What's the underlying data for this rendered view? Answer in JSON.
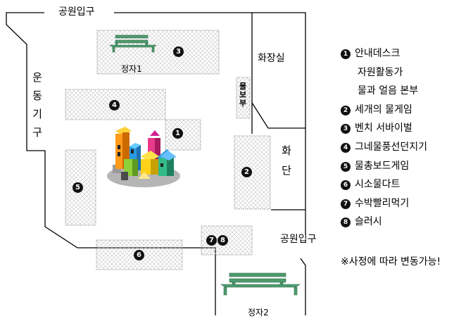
{
  "labels": {
    "gate_top": "공원입구",
    "gate_right": "공원입구",
    "exercise": "운동기구",
    "toilet": "화장실",
    "flower_bed": "화단",
    "water_station": "물보부",
    "bench1": "정자1",
    "bench2": "정자2"
  },
  "zones": [
    {
      "id": "3",
      "name": "zone-3"
    },
    {
      "id": "4",
      "name": "zone-4"
    },
    {
      "id": "1",
      "name": "zone-1"
    },
    {
      "id": "2",
      "name": "zone-2"
    },
    {
      "id": "5",
      "name": "zone-5"
    },
    {
      "id": "6",
      "name": "zone-6"
    },
    {
      "id": "7",
      "name": "zone-7"
    },
    {
      "id": "8",
      "name": "zone-8"
    }
  ],
  "legend": [
    {
      "num": "1",
      "text": "안내데스크"
    },
    {
      "num": "",
      "text": "자원활동가"
    },
    {
      "num": "",
      "text": "물과 얼음 본부"
    },
    {
      "num": "2",
      "text": "세개의 물게임"
    },
    {
      "num": "3",
      "text": "벤치 서바이벌"
    },
    {
      "num": "4",
      "text": "그네물풍선던지기"
    },
    {
      "num": "5",
      "text": "물총보드게임"
    },
    {
      "num": "6",
      "text": "시소물다트"
    },
    {
      "num": "7",
      "text": "수박빨리먹기"
    },
    {
      "num": "8",
      "text": "슬러시"
    }
  ],
  "note": "※사정에 따라 변동가능!",
  "colors": {
    "hatch": "#bbbbbb",
    "bench": "#4f9a6e",
    "line": "#000000"
  }
}
